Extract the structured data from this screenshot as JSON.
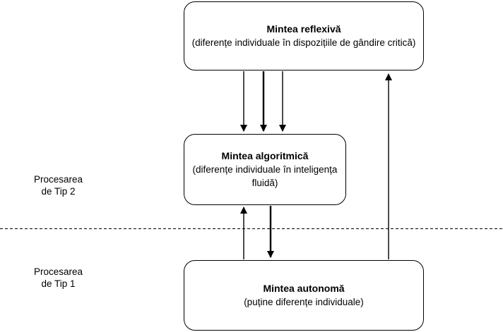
{
  "diagram": {
    "boxes": {
      "reflective": {
        "title": "Mintea reflexivă",
        "subtitle": "(diferențe individuale în dispozițiile de gândire critică)"
      },
      "algorithmic": {
        "title": "Mintea algoritmică",
        "subtitle": "(diferențe individuale în inteligența fluidă)"
      },
      "autonomous": {
        "title": "Mintea autonomă",
        "subtitle": "(puține diferențe individuale)"
      }
    },
    "labels": {
      "type2": "Procesarea\nde Tip 2",
      "type1": "Procesarea\nde Tip 1"
    },
    "colors": {
      "line": "#000000",
      "gray_arrow": "#808080",
      "background": "#ffffff"
    }
  }
}
